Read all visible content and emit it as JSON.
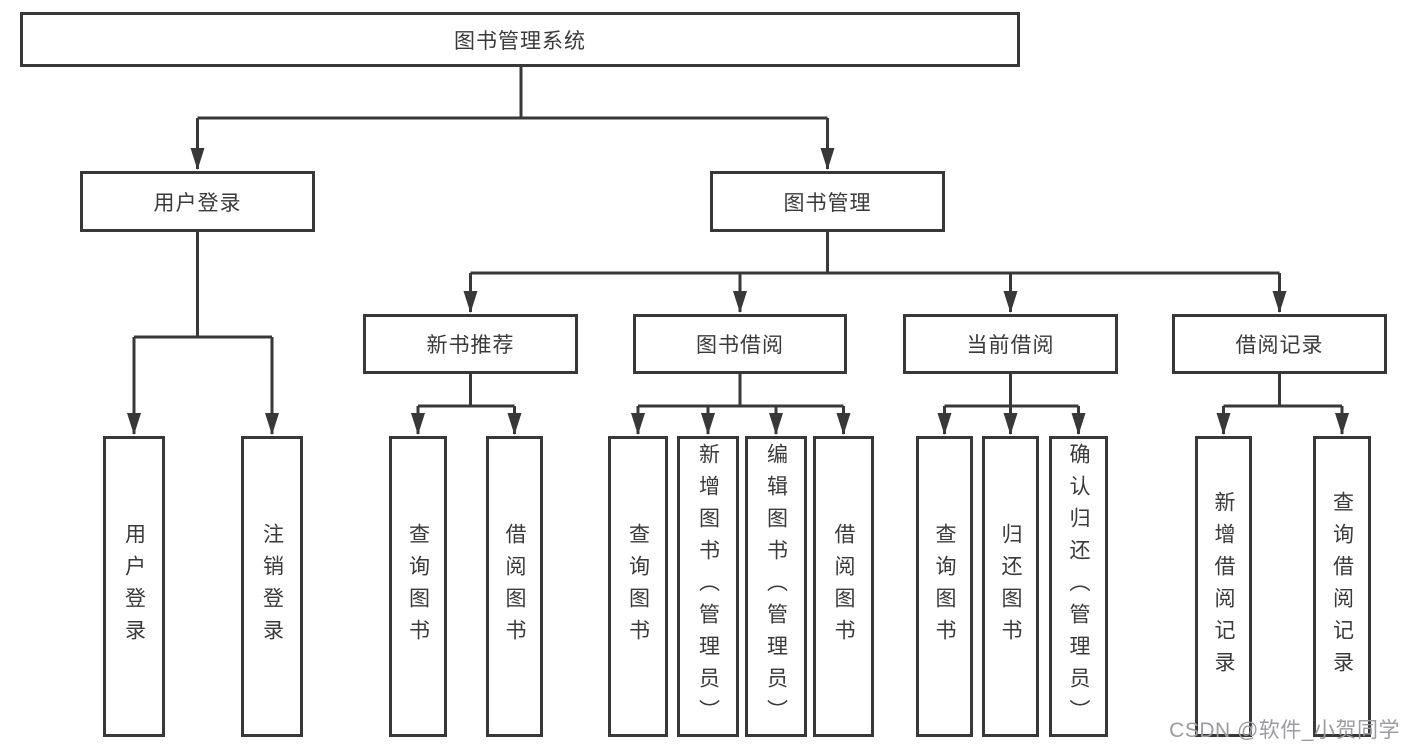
{
  "root": {
    "label": "图书管理系统"
  },
  "branches": {
    "user": {
      "label": "用户登录",
      "leaves": [
        {
          "label": "用户登录"
        },
        {
          "label": "注销登录"
        }
      ]
    },
    "book": {
      "label": "图书管理",
      "groups": [
        {
          "label": "新书推荐",
          "leaves": [
            {
              "label": "查询图书"
            },
            {
              "label": "借阅图书"
            }
          ]
        },
        {
          "label": "图书借阅",
          "leaves": [
            {
              "label": "查询图书"
            },
            {
              "label": "新增图书（管理员）"
            },
            {
              "label": "编辑图书（管理员）"
            },
            {
              "label": "借阅图书"
            }
          ]
        },
        {
          "label": "当前借阅",
          "leaves": [
            {
              "label": "查询图书"
            },
            {
              "label": "归还图书"
            },
            {
              "label": "确认归还（管理员）"
            }
          ]
        },
        {
          "label": "借阅记录",
          "leaves": [
            {
              "label": "新增借阅记录"
            },
            {
              "label": "查询借阅记录"
            }
          ]
        }
      ]
    }
  },
  "watermark": {
    "text": "CSDN @软件_小贺同学"
  },
  "colors": {
    "line": "#383838",
    "text": "#3a3a3a",
    "background": "#ffffff",
    "watermark": "#9c9ca0"
  }
}
